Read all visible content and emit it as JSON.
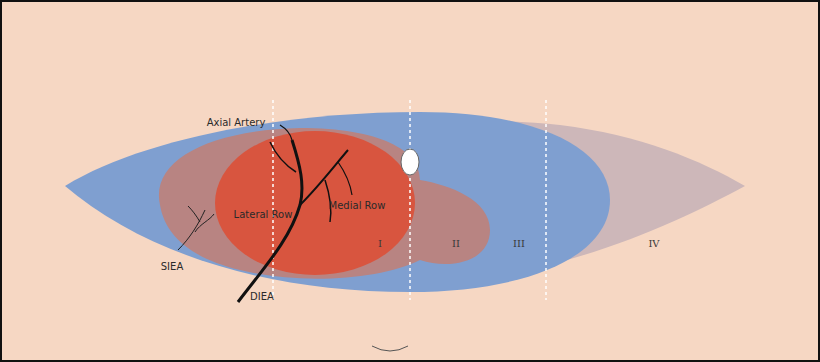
{
  "diagram": {
    "labels": [
      "Axial Artery",
      "Lateral Row",
      "Medial Row",
      "I",
      "II",
      "III",
      "IV",
      "SIEA",
      "DIEA"
    ]
  }
}
